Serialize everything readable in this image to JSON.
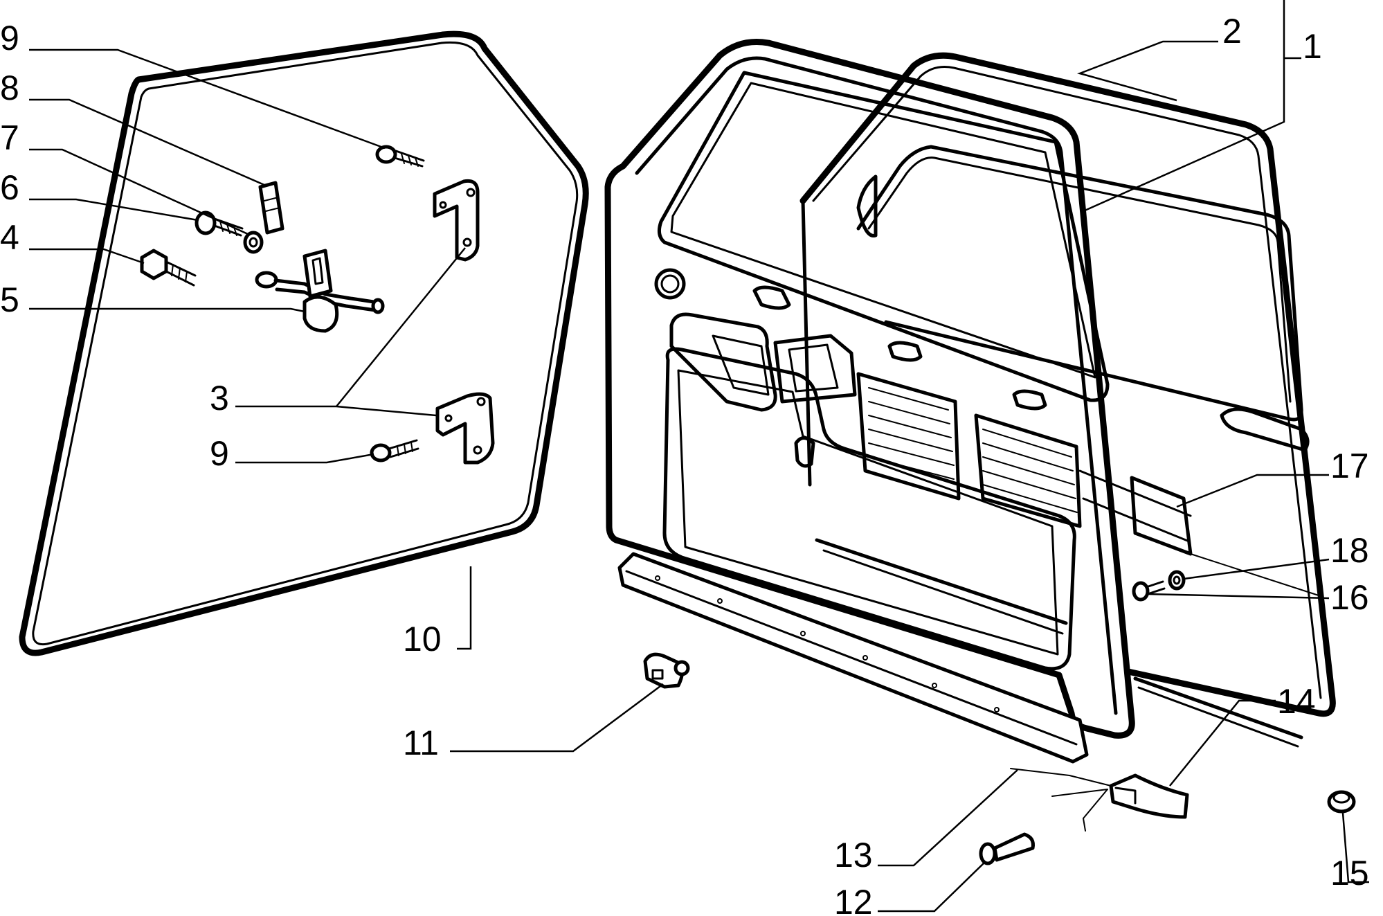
{
  "callouts": [
    {
      "id": "c1",
      "text": "1"
    },
    {
      "id": "c2",
      "text": "2"
    },
    {
      "id": "c3",
      "text": "3"
    },
    {
      "id": "c4",
      "text": "4"
    },
    {
      "id": "c5",
      "text": "5"
    },
    {
      "id": "c6",
      "text": "6"
    },
    {
      "id": "c7",
      "text": "7"
    },
    {
      "id": "c8",
      "text": "8"
    },
    {
      "id": "c9a",
      "text": "9"
    },
    {
      "id": "c9b",
      "text": "9"
    },
    {
      "id": "c10",
      "text": "10"
    },
    {
      "id": "c11",
      "text": "11"
    },
    {
      "id": "c12",
      "text": "12"
    },
    {
      "id": "c13",
      "text": "13"
    },
    {
      "id": "c14",
      "text": "14"
    },
    {
      "id": "c15",
      "text": "15"
    },
    {
      "id": "c16",
      "text": "16"
    },
    {
      "id": "c17",
      "text": "17"
    },
    {
      "id": "c18",
      "text": "18"
    }
  ]
}
